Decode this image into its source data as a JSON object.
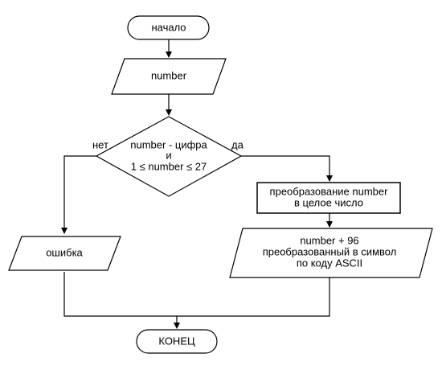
{
  "flowchart": {
    "start_label": "начало",
    "input_label": "number",
    "decision_lines": [
      "number - цифра",
      "и",
      "1 ≤ number ≤ 27"
    ],
    "branch_no_label": "нет",
    "branch_yes_label": "да",
    "convert_lines": [
      "преобразование number",
      "в целое число"
    ],
    "output_lines": [
      "number + 96",
      "преобразованный в символ",
      "по коду ASCII"
    ],
    "error_label": "ошибка",
    "end_label": "КОНЕЦ"
  },
  "colors": {
    "stroke": "#000000",
    "fill": "#ffffff"
  }
}
